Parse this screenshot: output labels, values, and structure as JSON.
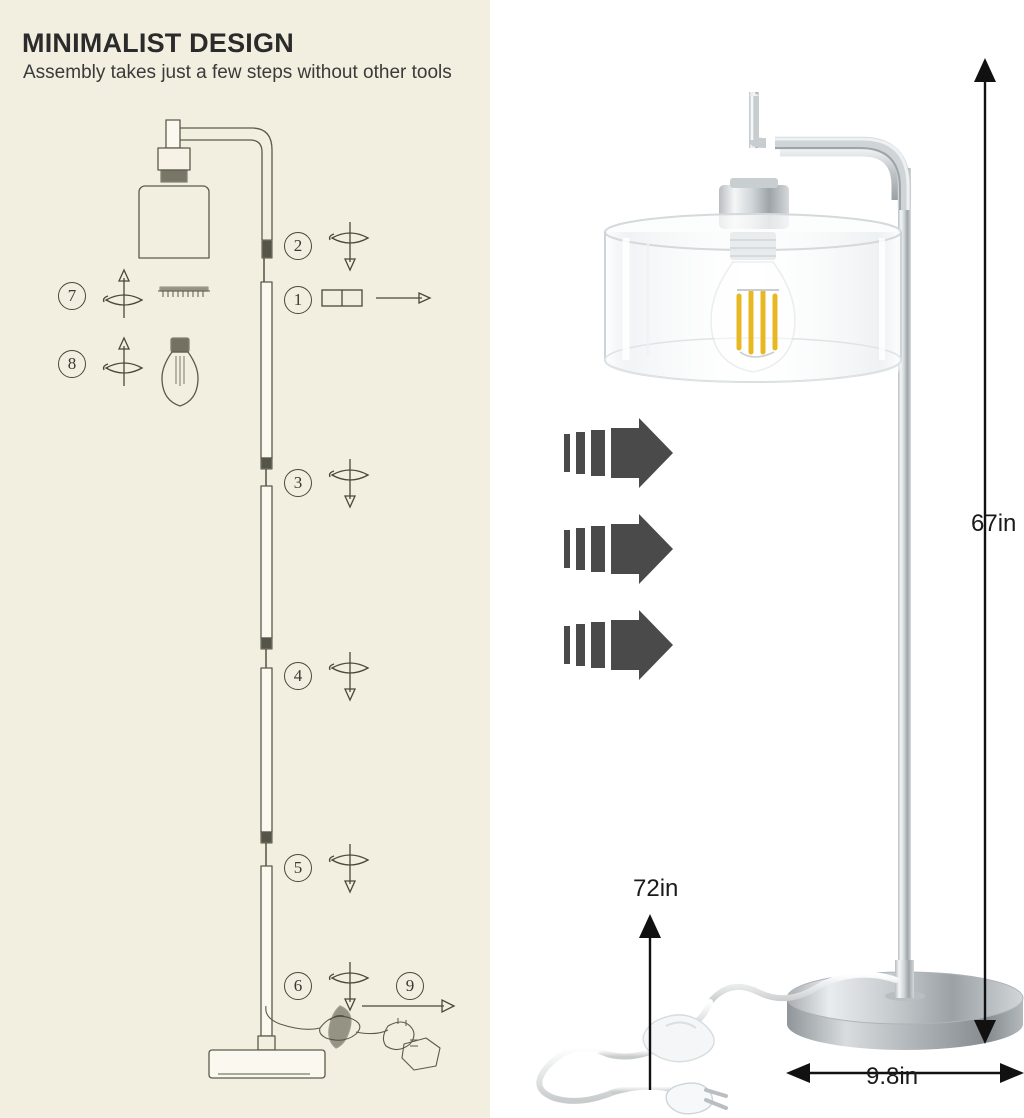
{
  "panel": {
    "title": "MINIMALIST DESIGN",
    "subtitle": "Assembly takes just a few steps without other tools",
    "background_color": "#f2efe0",
    "ink_color": "#5c5a4a"
  },
  "assembly_steps": [
    {
      "number": "1",
      "icon": "connector-insert-icon",
      "motion": "insert-horizontal",
      "part": "pole-connector"
    },
    {
      "number": "2",
      "icon": "rotate-down-icon",
      "motion": "screw-down",
      "part": "upper-pole-joint"
    },
    {
      "number": "3",
      "icon": "rotate-down-icon",
      "motion": "screw-down",
      "part": "pole-joint-3"
    },
    {
      "number": "4",
      "icon": "rotate-down-icon",
      "motion": "screw-down",
      "part": "pole-joint-4"
    },
    {
      "number": "5",
      "icon": "rotate-down-icon",
      "motion": "screw-down",
      "part": "pole-joint-5"
    },
    {
      "number": "6",
      "icon": "rotate-down-icon",
      "motion": "screw-down",
      "part": "base-joint"
    },
    {
      "number": "7",
      "icon": "rotate-up-icon",
      "motion": "screw-up",
      "part": "shade-ring"
    },
    {
      "number": "8",
      "icon": "rotate-up-icon",
      "motion": "screw-up",
      "part": "edison-bulb"
    },
    {
      "number": "9",
      "icon": "arrow-right-icon",
      "motion": "plug-in",
      "part": "power-plug"
    }
  ],
  "dimensions": {
    "height": {
      "value": "67in",
      "orientation": "vertical",
      "arrow": "double-ended"
    },
    "cord": {
      "value": "72in",
      "orientation": "vertical",
      "arrow": "up"
    },
    "base_diameter": {
      "value": "9.8in",
      "orientation": "horizontal",
      "arrow": "double-ended"
    }
  },
  "motion_arrows": {
    "count": 3,
    "direction": "right",
    "color": "#4a4a4a"
  },
  "product": {
    "shade": "clear-glass-cylinder",
    "bulb": "edison-filament-bulb",
    "finish": "brushed-nickel",
    "cord": "white-cord-with-foot-switch"
  }
}
